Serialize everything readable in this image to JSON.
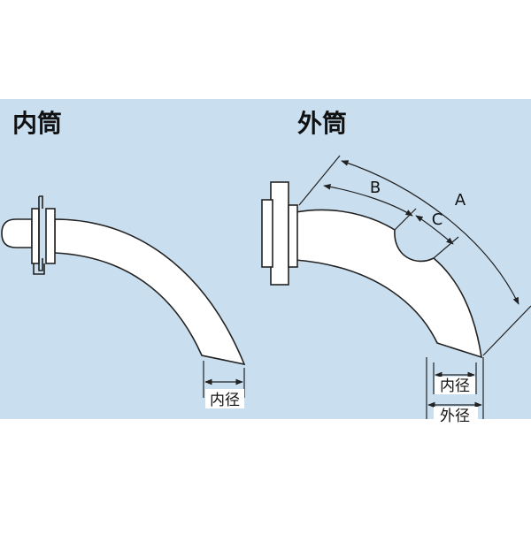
{
  "panel": {
    "background": "#c9dff0",
    "stroke": "#222222"
  },
  "inner_tube": {
    "title": "内筒",
    "diameter_label": "内径"
  },
  "outer_tube": {
    "title": "外筒",
    "label_a": "A",
    "label_b": "B",
    "label_c": "C",
    "inner_diameter_label": "内径",
    "outer_diameter_label": "外径"
  }
}
